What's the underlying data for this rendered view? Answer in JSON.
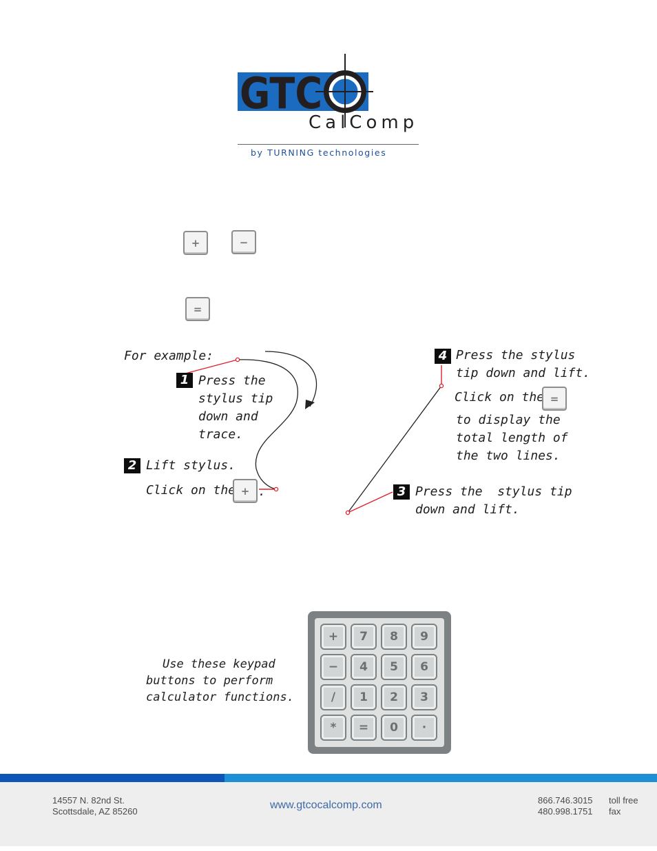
{
  "logo": {
    "brand": "GTCO",
    "subtitle": "CalComp",
    "tagline": "by TURNING technologies",
    "colors": {
      "blue": "#1b6bc0",
      "dark": "#231f20"
    }
  },
  "keys": {
    "plus": "+",
    "minus": "−",
    "equals": "="
  },
  "example": {
    "intro": "For example:",
    "step1": {
      "number": "1",
      "lines": [
        "Press the",
        "stylus tip",
        "down and",
        "trace."
      ]
    },
    "step2": {
      "number": "2",
      "text": "Lift stylus.",
      "click": "Click on the",
      "after": "."
    },
    "step3": {
      "number": "3",
      "line1": "Press the  stylus tip",
      "line2": "down and lift."
    },
    "step4": {
      "number": "4",
      "line1": "Press the stylus",
      "line2": "tip down and lift.",
      "click": "Click on the",
      "lines": [
        "to display the",
        "total length of",
        "the two lines."
      ]
    },
    "accent_color": "#e0202a"
  },
  "keypad": {
    "caption": [
      "Use these keypad",
      "buttons to perform",
      "calculator functions."
    ],
    "keys": [
      "+",
      "7",
      "8",
      "9",
      "−",
      "4",
      "5",
      "6",
      "/",
      "1",
      "2",
      "3",
      "*",
      "=",
      "0",
      "·"
    ]
  },
  "footer": {
    "address_line1": "14557 N. 82nd St.",
    "address_line2": "Scottsdale, AZ 85260",
    "website": "www.gtcocalcomp.com",
    "phone1": "866.746.3015",
    "phone1_label": "toll free",
    "phone2": "480.998.1751",
    "phone2_label": "fax",
    "colors": {
      "bar_dark": "#0d56b8",
      "bar_light": "#1d8fd6"
    }
  }
}
